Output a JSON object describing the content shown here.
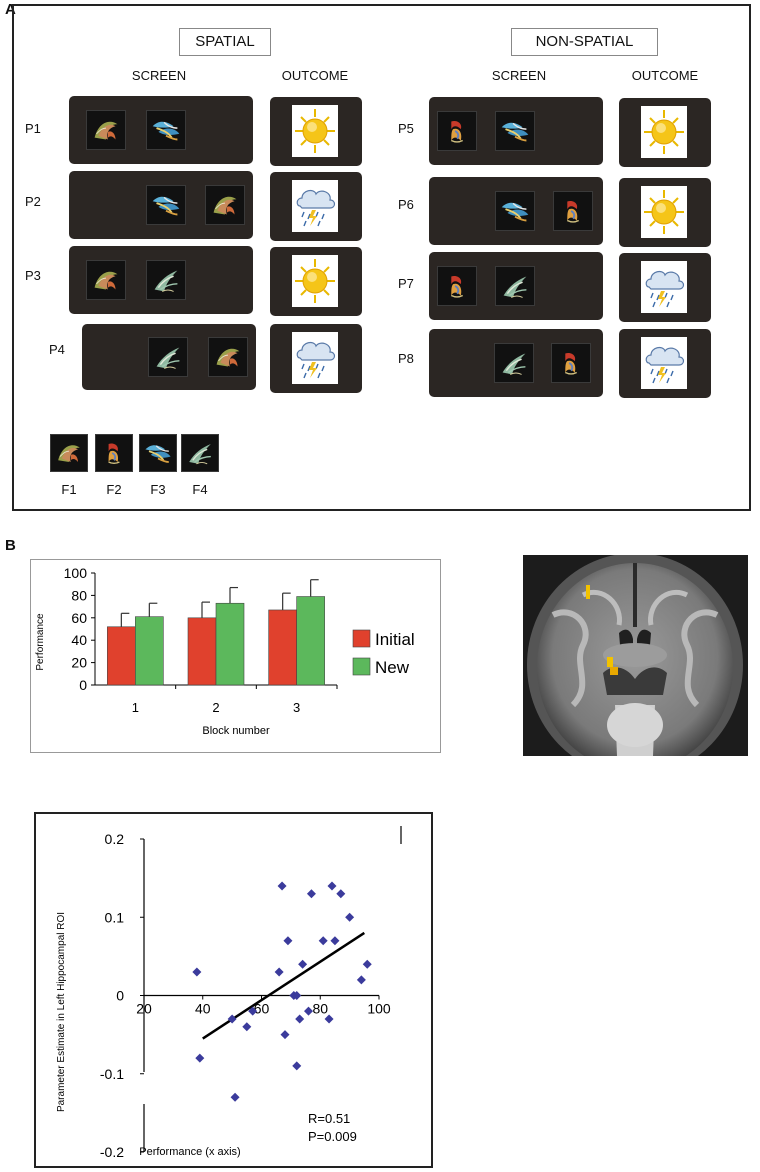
{
  "panel_a": {
    "letter": "A",
    "spatial": {
      "title": "SPATIAL",
      "screen_header": "SCREEN",
      "outcome_header": "OUTCOME",
      "rows": [
        {
          "label": "P1",
          "outcome": "sun"
        },
        {
          "label": "P2",
          "outcome": "rain"
        },
        {
          "label": "P3",
          "outcome": "sun"
        },
        {
          "label": "P4",
          "outcome": "rain"
        }
      ]
    },
    "nonspatial": {
      "title": "NON-SPATIAL",
      "screen_header": "SCREEN",
      "outcome_header": "OUTCOME",
      "rows": [
        {
          "label": "P5",
          "outcome": "sun"
        },
        {
          "label": "P6",
          "outcome": "sun"
        },
        {
          "label": "P7",
          "outcome": "rain"
        },
        {
          "label": "P8",
          "outcome": "rain"
        }
      ]
    },
    "fractal_legend": [
      "F1",
      "F2",
      "F3",
      "F4"
    ]
  },
  "panel_b": {
    "letter": "B"
  },
  "chart_data": [
    {
      "type": "bar",
      "categories": [
        "1",
        "2",
        "3"
      ],
      "series": [
        {
          "name": "Initial",
          "values": [
            52,
            60,
            67
          ],
          "errors": [
            12,
            14,
            15
          ],
          "color": "#e0412d"
        },
        {
          "name": "New",
          "values": [
            61,
            73,
            79
          ],
          "errors": [
            12,
            14,
            15
          ],
          "color": "#5cb85c"
        }
      ],
      "xlabel": "Block number",
      "ylabel": "Performance",
      "ylim": [
        0,
        100
      ],
      "yticks": [
        "0",
        "20",
        "40",
        "60",
        "80",
        "100"
      ],
      "legend": "right",
      "grid": false
    },
    {
      "type": "scatter",
      "xlabel": "Performance (x axis)",
      "ylabel": "Parameter Estimate in Left Hippocampal ROI",
      "xlim": [
        20,
        100
      ],
      "ylim": [
        -0.2,
        0.2
      ],
      "xticks": [
        "20",
        "40",
        "60",
        "80",
        "100"
      ],
      "yticks": [
        "0.2",
        "0.1",
        "0",
        "-0.1",
        "-0.2"
      ],
      "marker_color": "#3b3b9c",
      "points": [
        {
          "x": 38,
          "y": 0.03
        },
        {
          "x": 39,
          "y": -0.08
        },
        {
          "x": 50,
          "y": -0.03
        },
        {
          "x": 51,
          "y": -0.13
        },
        {
          "x": 55,
          "y": -0.04
        },
        {
          "x": 57,
          "y": -0.02
        },
        {
          "x": 66,
          "y": 0.03
        },
        {
          "x": 67,
          "y": 0.14
        },
        {
          "x": 68,
          "y": -0.05
        },
        {
          "x": 69,
          "y": 0.07
        },
        {
          "x": 71,
          "y": 0.0
        },
        {
          "x": 72,
          "y": 0.0
        },
        {
          "x": 72,
          "y": -0.09
        },
        {
          "x": 73,
          "y": -0.03
        },
        {
          "x": 74,
          "y": 0.04
        },
        {
          "x": 76,
          "y": -0.02
        },
        {
          "x": 77,
          "y": 0.13
        },
        {
          "x": 81,
          "y": 0.07
        },
        {
          "x": 83,
          "y": -0.03
        },
        {
          "x": 84,
          "y": 0.14
        },
        {
          "x": 85,
          "y": 0.07
        },
        {
          "x": 87,
          "y": 0.13
        },
        {
          "x": 90,
          "y": 0.1
        },
        {
          "x": 94,
          "y": 0.02
        },
        {
          "x": 96,
          "y": 0.04
        }
      ],
      "fit_line": {
        "x1": 40,
        "y1": -0.055,
        "x2": 95,
        "y2": 0.08
      },
      "annotations": [
        "R=0.51",
        "P=0.009"
      ]
    }
  ],
  "brain_image": {
    "description_colors": {
      "activation": "#f2c200",
      "background": "#1a1a1a"
    }
  }
}
